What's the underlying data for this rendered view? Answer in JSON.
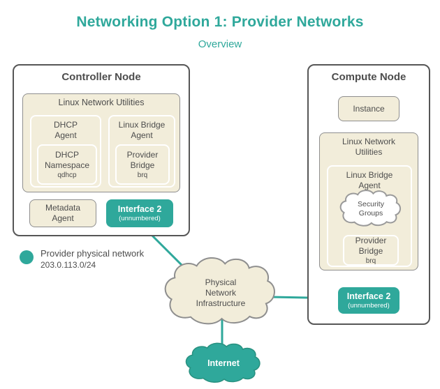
{
  "page": {
    "title": "Networking Option 1: Provider Networks",
    "subtitle": "Overview"
  },
  "controller": {
    "title": "Controller Node",
    "lnu": "Linux Network Utilities",
    "dhcp_agent": "DHCP\nAgent",
    "dhcp_namespace": "DHCP\nNamespace",
    "dhcp_namespace_sub": "qdhcp",
    "bridge_agent": "Linux Bridge\nAgent",
    "provider_bridge": "Provider\nBridge",
    "provider_bridge_sub": "brq",
    "metadata_agent": "Metadata\nAgent",
    "interface": "Interface 2",
    "interface_sub": "(unnumbered)"
  },
  "compute": {
    "title": "Compute Node",
    "instance": "Instance",
    "lnu": "Linux Network\nUtilities",
    "bridge_agent": "Linux Bridge\nAgent",
    "security_groups": "Security\nGroups",
    "provider_bridge": "Provider\nBridge",
    "provider_bridge_sub": "brq",
    "interface": "Interface 2",
    "interface_sub": "(unnumbered)"
  },
  "legend": {
    "label": "Provider physical network",
    "cidr": "203.0.113.0/24"
  },
  "clouds": {
    "physical": "Physical\nNetwork\nInfrastructure",
    "internet": "Internet"
  },
  "colors": {
    "teal": "#2fa89b",
    "cream": "#f2edda",
    "border_dark": "#565656"
  }
}
